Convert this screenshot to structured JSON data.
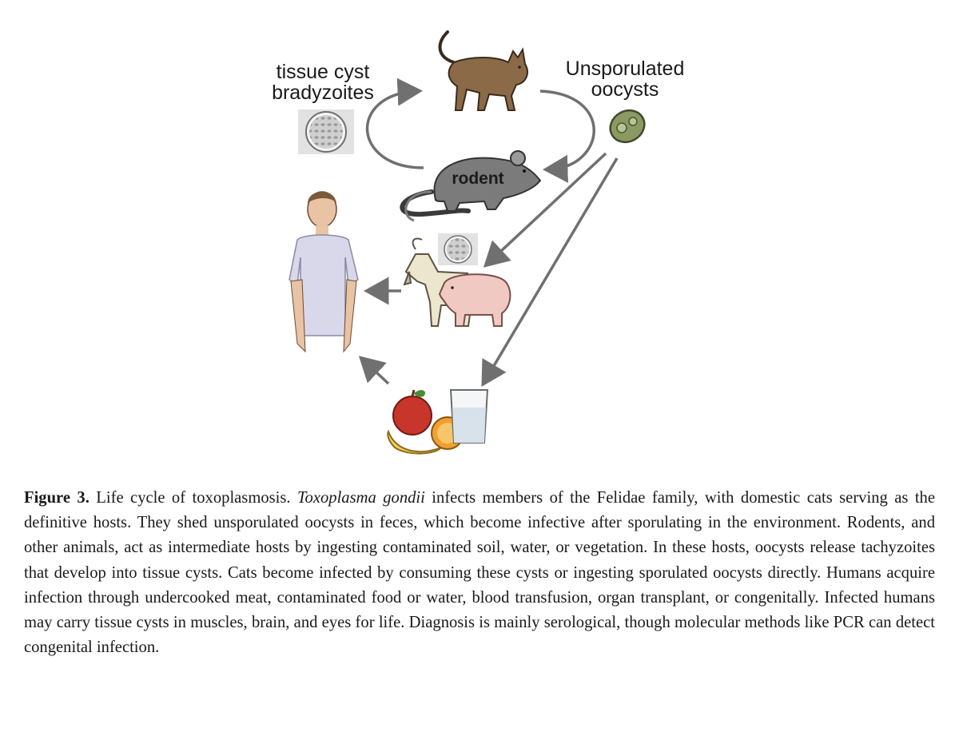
{
  "figure": {
    "labels": {
      "tissue_cyst_line1": "tissue cyst",
      "tissue_cyst_line2": "bradyzoites",
      "unsporulated_line1": "Unsporulated",
      "unsporulated_line2": "oocysts",
      "rodent": "rodent"
    },
    "icons": [
      "cat-icon",
      "rodent-icon",
      "cyst-micrograph-icon",
      "oocyst-icon",
      "human-icon",
      "goat-icon",
      "pig-icon",
      "fruit-icon",
      "water-glass-icon"
    ],
    "colors": {
      "cat": "#8b6a47",
      "rodent": "#7b7b7b",
      "oocyst": "#8a9a62",
      "shirt": "#d9d7ea",
      "goat": "#ece6cf",
      "pig": "#f0c9c2",
      "apple": "#c8352b",
      "banana": "#f2d45a",
      "orange": "#f0a030",
      "arrow": "#707070"
    }
  },
  "caption": {
    "label": "Figure 3.",
    "text_1": " Life cycle of toxoplasmosis. ",
    "species": "Toxoplasma gondii",
    "text_2": " infects members of the Felidae family, with domestic cats serving as the definitive hosts. They shed unsporulated oocysts in feces, which become infective after sporulating in the environment. Rodents, and other animals, act as intermediate hosts by ingesting contaminated soil, water, or vegetation. In these hosts, oocysts release tachyzoites that develop into tissue cysts. Cats become infected by consuming these cysts or ingesting sporulated oocysts directly. Humans acquire infection through undercooked meat, contaminated food or water, blood transfusion, organ transplant, or congenitally. Infected humans may carry tissue cysts in muscles, brain, and eyes for life. Diagnosis is mainly serological, though molecular methods like PCR can detect congenital infection."
  }
}
